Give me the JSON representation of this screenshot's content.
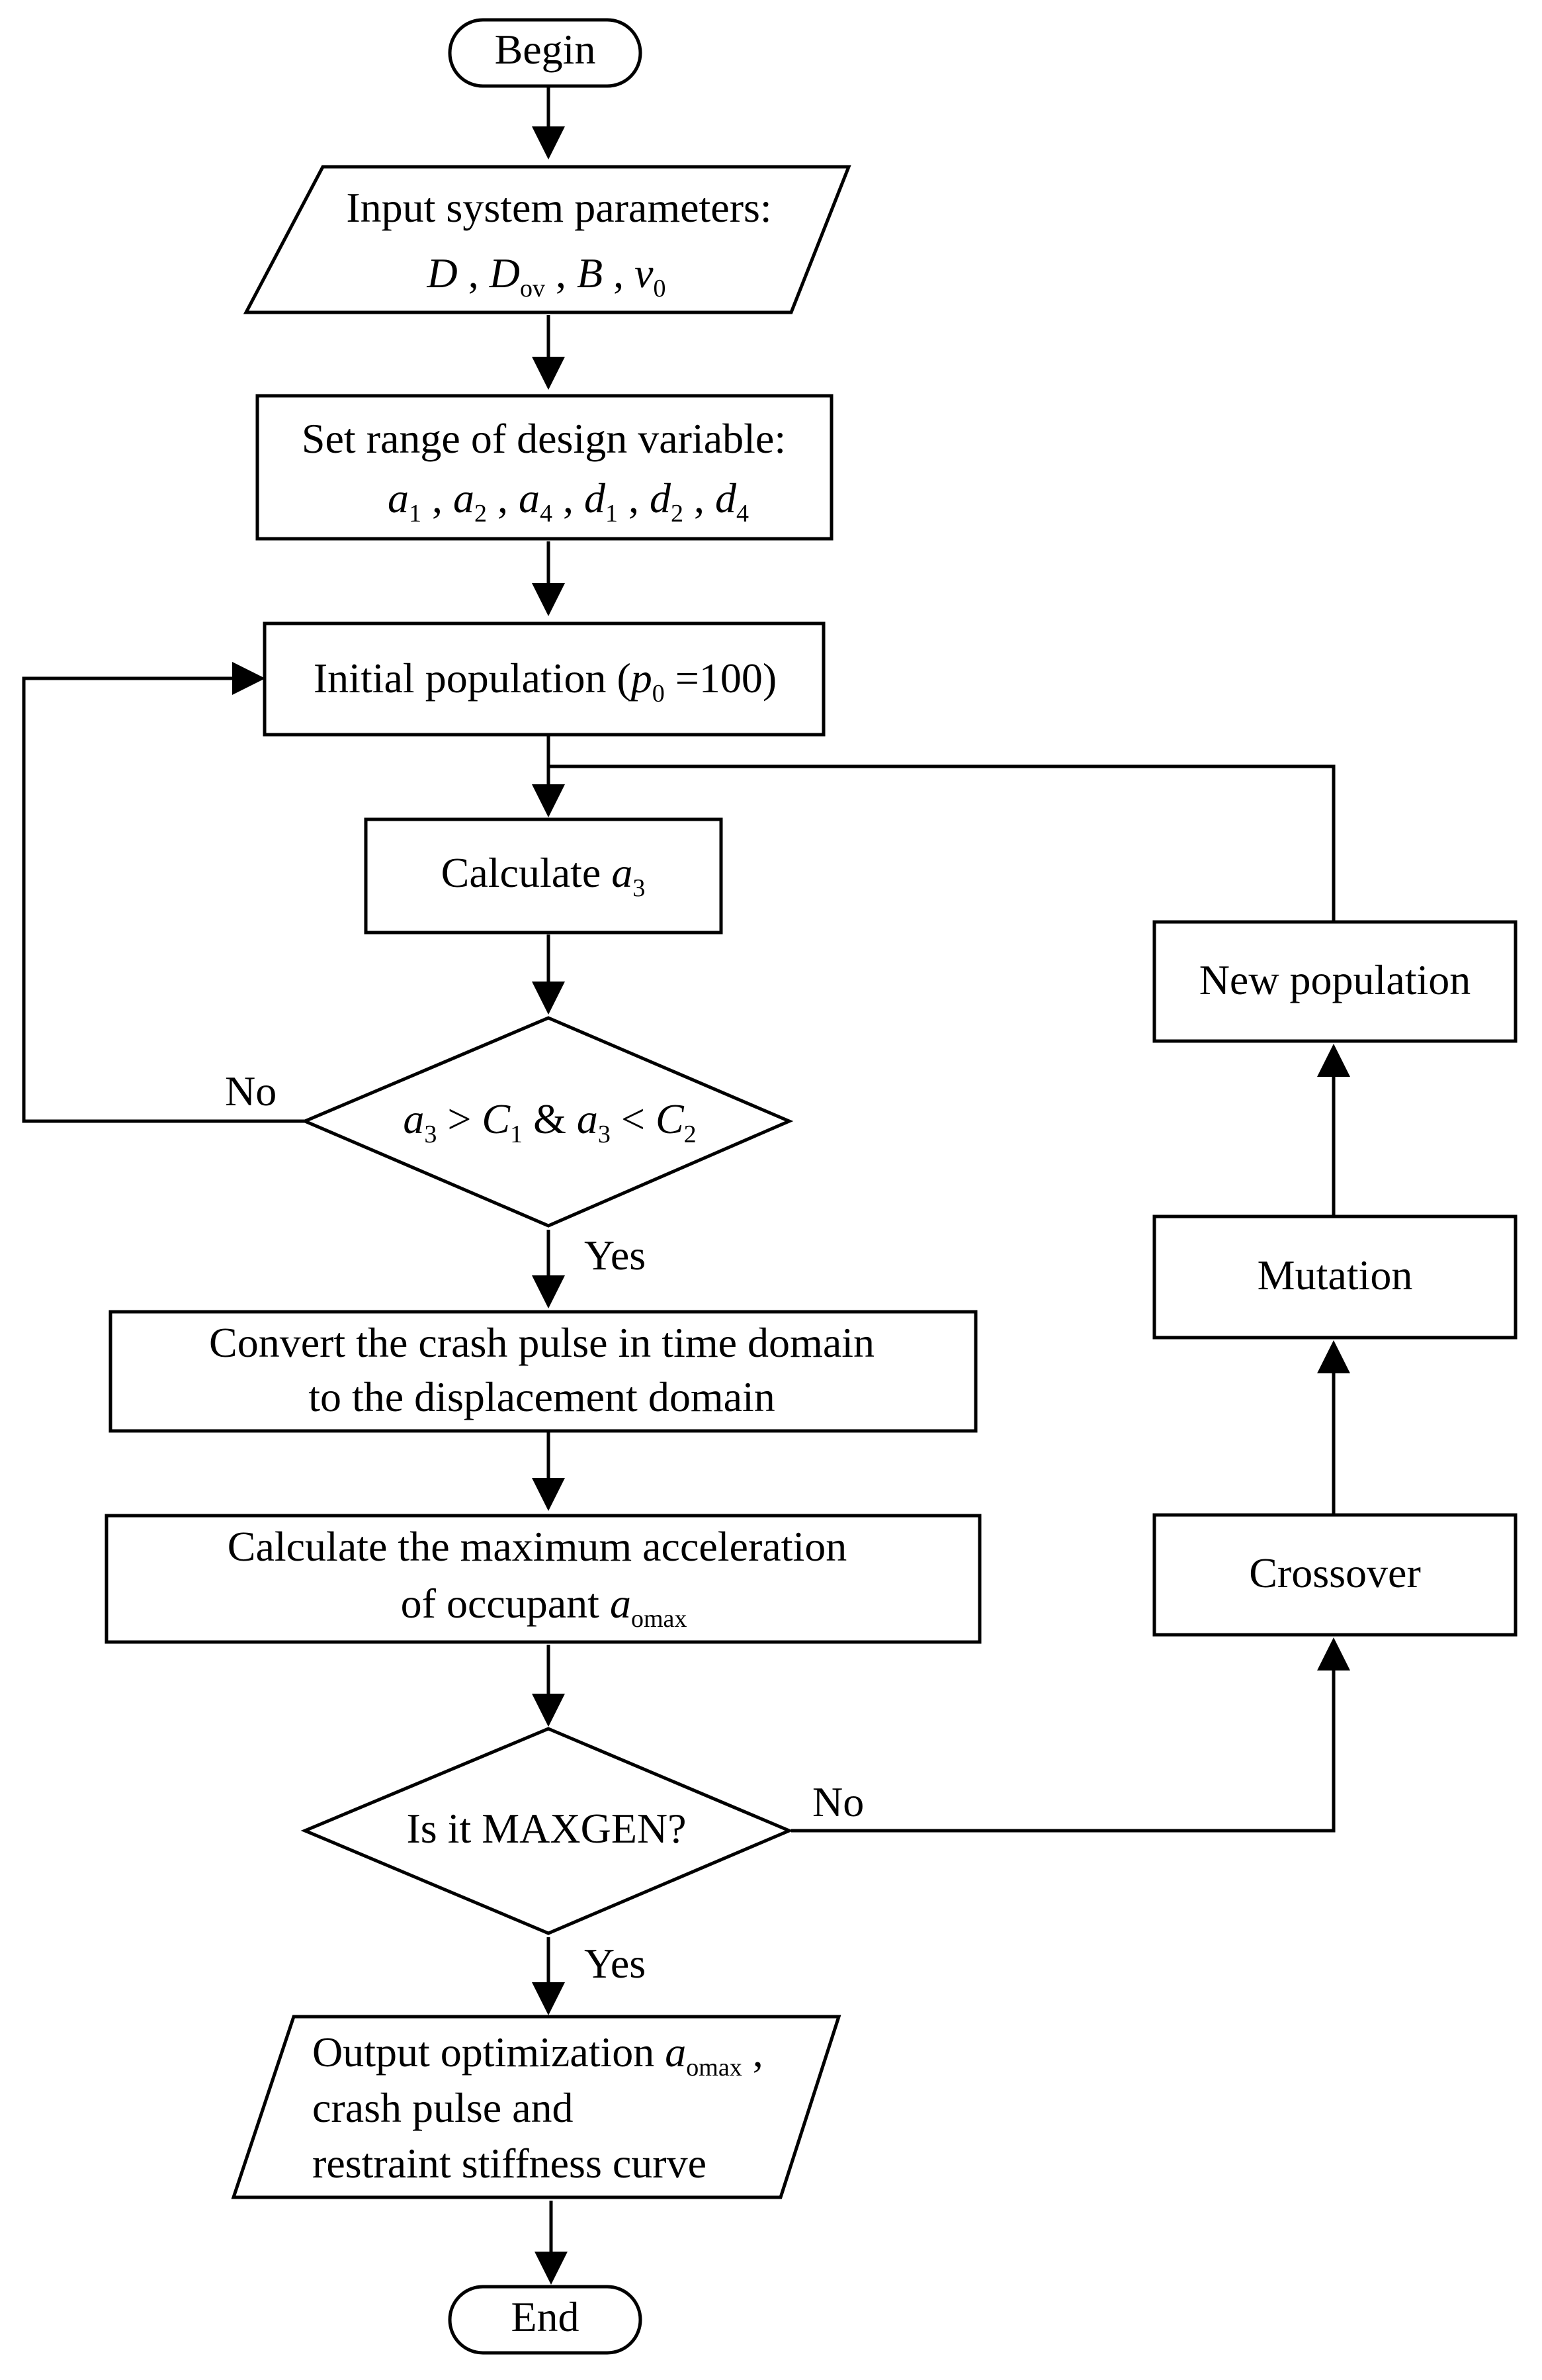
{
  "nodes": {
    "begin": "Begin",
    "input": {
      "line1": "Input system parameters:",
      "v1": "D",
      "sep1": " , ",
      "v2": "D",
      "v2_sub": "ov",
      "sep2": " , ",
      "v3": "B",
      "sep3": " , ",
      "v4": "v",
      "v4_sub": "0"
    },
    "range": {
      "line1": "Set range of design variable:",
      "a": "a",
      "d": "d",
      "s1": "1",
      "s2": "2",
      "s4": "4",
      "sep": " , "
    },
    "initial": {
      "prefix": "Initial population (",
      "var": "p",
      "var_sub": "0",
      "suffix": " =100)"
    },
    "calc_a3": {
      "prefix": "Calculate ",
      "var": "a",
      "var_sub": "3"
    },
    "condition": {
      "a": "a",
      "a_sub": "3",
      "gt": " > ",
      "C": "C",
      "c1_sub": "1",
      "and": " & ",
      "lt": " < ",
      "c2_sub": "2"
    },
    "convert": {
      "line1": "Convert the crash pulse in time domain",
      "line2": "to the displacement domain"
    },
    "max_acc": {
      "line1": "Calculate the maximum acceleration",
      "line2_prefix": "of occupant ",
      "var": "a",
      "var_sub": "omax"
    },
    "maxgen": "Is it MAXGEN?",
    "output": {
      "line1_prefix": "Output optimization ",
      "var": "a",
      "var_sub": "omax",
      "line1_suffix": " ,",
      "line2": "crash pulse and",
      "line3": "restraint stiffness curve"
    },
    "end": "End",
    "new_population": "New population",
    "mutation": "Mutation",
    "crossover": "Crossover"
  },
  "edges": {
    "cond_no": "No",
    "cond_yes": "Yes",
    "maxgen_no": "No",
    "maxgen_yes": "Yes"
  }
}
